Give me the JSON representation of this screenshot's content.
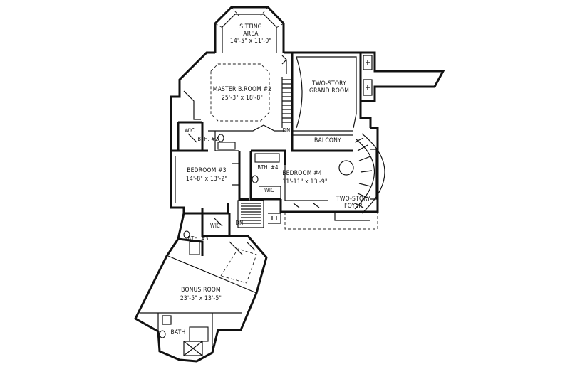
{
  "rooms": {
    "sitting": {
      "name": "SITTING",
      "name2": "AREA",
      "dim": "14'-5\" x 11'-0\""
    },
    "master": {
      "name": "MASTER B.ROOM #2",
      "dim": "25'-3\" x 18'-8\""
    },
    "grand": {
      "name": "TWO-STORY",
      "name2": "GRAND ROOM"
    },
    "balcony": {
      "name": "BALCONY"
    },
    "bath2": {
      "name": "BTH. #2"
    },
    "wic1": {
      "name": "WIC"
    },
    "bed3": {
      "name": "BEDROOM #3",
      "dim": "14'-8\" x 13'-2\""
    },
    "bath4": {
      "name": "BTH. #4"
    },
    "bed4": {
      "name": "BEDROOM #4",
      "dim": "11'-11\" x 13'-9\""
    },
    "wic2": {
      "name": "WIC"
    },
    "foyer": {
      "name": "TWO-STORY",
      "name2": "FOYER"
    },
    "wic3": {
      "name": "WIC"
    },
    "bath3": {
      "name": "BTH. #3"
    },
    "bonus": {
      "name": "BONUS ROOM",
      "dim": "23'-5\" x 13'-5\""
    },
    "bath": {
      "name": "BATH"
    }
  },
  "stairs": {
    "dn1": "DN",
    "dn2": "DN"
  }
}
